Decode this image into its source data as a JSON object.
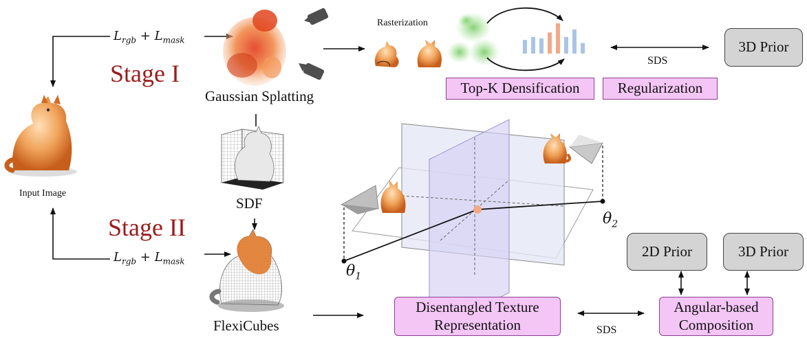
{
  "stages": {
    "stage1": "Stage I",
    "stage2": "Stage II"
  },
  "labels": {
    "input_image": "Input Image",
    "gaussian_splatting": "Gaussian Splatting",
    "sdf": "SDF",
    "flexicubes": "FlexiCubes",
    "rasterization": "Rasterization",
    "sds_top": "SDS",
    "sds_bottom": "SDS",
    "theta1": "θ",
    "theta1_sub": "1",
    "theta2": "θ",
    "theta2_sub": "2"
  },
  "loss_top": {
    "l1": "L",
    "l1_sub": "rgb",
    "plus": "+",
    "l2": "L",
    "l2_sub": "mask"
  },
  "loss_bottom": {
    "l1": "L",
    "l1_sub": "rgb",
    "plus": "+",
    "l2": "L",
    "l2_sub": "mask"
  },
  "boxes": {
    "topk": "Top-K Densification",
    "regularization": "Regularization",
    "prior3d_top": "3D Prior",
    "prior2d": "2D Prior",
    "prior3d_bottom": "3D Prior",
    "texture": "Disentangled Texture Representation",
    "composition": "Angular-based Composition"
  },
  "colors": {
    "stage_red": "#9b1c1c",
    "pink_fill": "#f4c6f6",
    "pink_border": "#8d3d93",
    "gray_fill": "#d4d4d4",
    "bar_blue": "#a9c4e6",
    "bar_orange": "#f2a98a",
    "plane_blue": "#c9d3f0",
    "cat_orange": "#e07a2c"
  },
  "histogram": {
    "values": [
      0.45,
      0.55,
      0.5,
      0.7,
      1.0,
      0.55,
      0.8,
      0.35
    ],
    "highlight": [
      false,
      false,
      false,
      true,
      true,
      false,
      false,
      false
    ]
  }
}
